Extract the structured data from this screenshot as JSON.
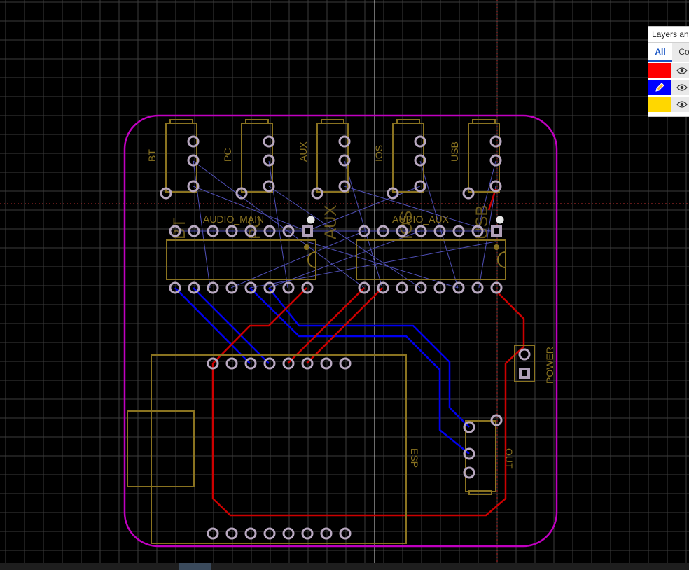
{
  "layers_panel": {
    "title": "Layers an",
    "tabs": [
      {
        "label": "All",
        "active": true
      },
      {
        "label": "Co",
        "active": false
      }
    ],
    "layers": [
      {
        "color": "#ff0000",
        "icon": "eye-icon"
      },
      {
        "color": "#0000ff",
        "icon": "eye-icon",
        "editing": true
      },
      {
        "color": "#ffd700",
        "icon": "eye-icon"
      }
    ]
  },
  "components": {
    "jacks": [
      "BT",
      "PC",
      "AUX",
      "IOS",
      "USB"
    ],
    "chip_main": "AUDIO_MAIN",
    "chip_aux": "AUDIO_AUX",
    "esp": "ESP",
    "power": "POWER",
    "out": "OUT",
    "ghost_labels": [
      "BT",
      "PC",
      "AUX",
      "IOS",
      "USB"
    ]
  },
  "colors": {
    "background": "#000000",
    "grid": "#3c3c3c",
    "board_outline": "#c000c0",
    "silkscreen": "#8a7320",
    "top_copper": "#cc0000",
    "bottom_copper": "#0000ee",
    "ratsnest": "#5050b8",
    "pad": "#b8a8c0"
  }
}
